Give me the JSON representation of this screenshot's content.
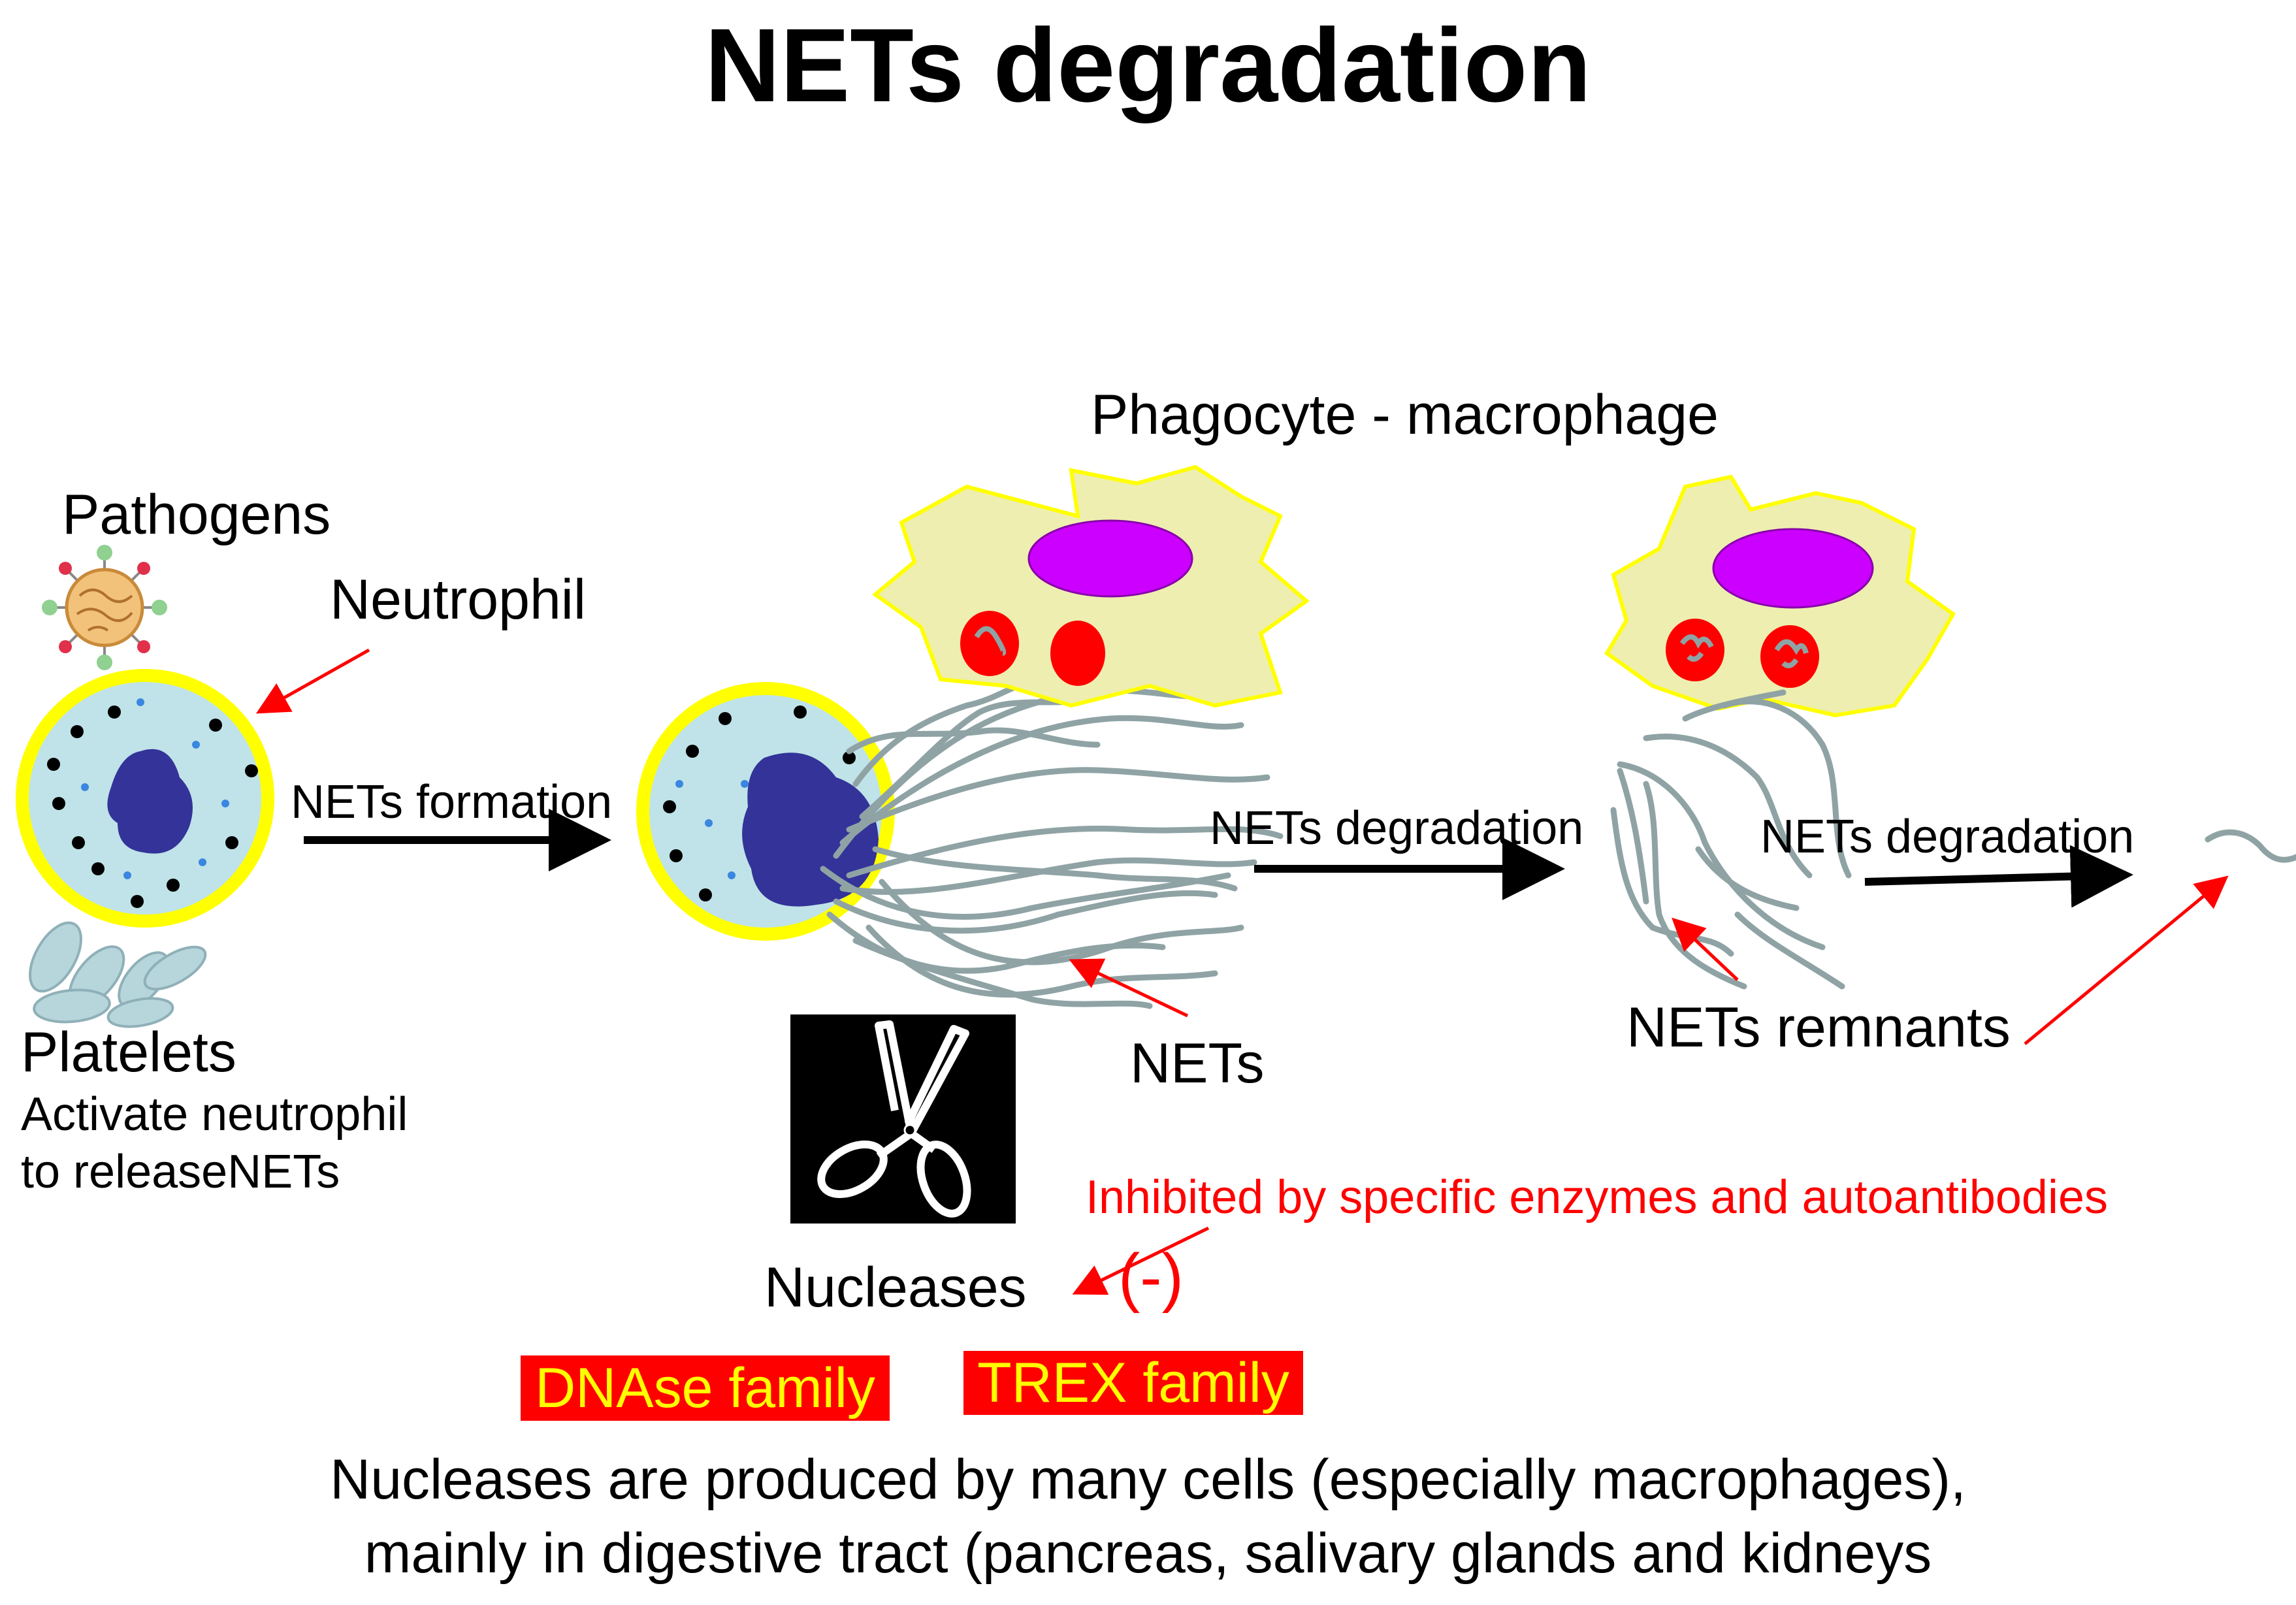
{
  "title": "NETs degradation",
  "labels": {
    "pathogens": "Pathogens",
    "neutrophil": "Neutrophil",
    "platelets": "Platelets",
    "platelets_note_1": "Activate neutrophil",
    "platelets_note_2": "to releaseNETs",
    "nets_formation": "NETs formation",
    "phagocyte": "Phagocyte - macrophage",
    "nets_degradation_1": "NETs degradation",
    "nets_degradation_2": "NETs degradation",
    "nets": "NETs",
    "nets_remnants": "NETs remnants",
    "nucleases": "Nucleases",
    "inhibited": "Inhibited by specific enzymes and autoantibodies",
    "minus": "(-)",
    "dnase": "DNAse family",
    "trex": "TREX family",
    "bottom_line_1": "Nucleases are produced by many cells (especially macrophages),",
    "bottom_line_2": "mainly in digestive tract (pancreas, salivary glands and kidneys"
  },
  "colors": {
    "neutrophil_fill": "#bfe3e8",
    "neutrophil_rim": "#ffff00",
    "nucleus": "#333399",
    "macrophage_fill": "#eeeeb0",
    "macrophage_border": "#ffff00",
    "macrophage_nucleus": "#cc00ff",
    "vesicle": "#ff0000",
    "net_strands": "#8fa3a5",
    "platelet": "#b7d6dc",
    "arrow": "#000000",
    "pointer": "#ff0000",
    "family_box": "#ff0000",
    "family_text": "#ffff00"
  },
  "icons": [
    "pathogen-virus-icon",
    "scissors-icon"
  ]
}
